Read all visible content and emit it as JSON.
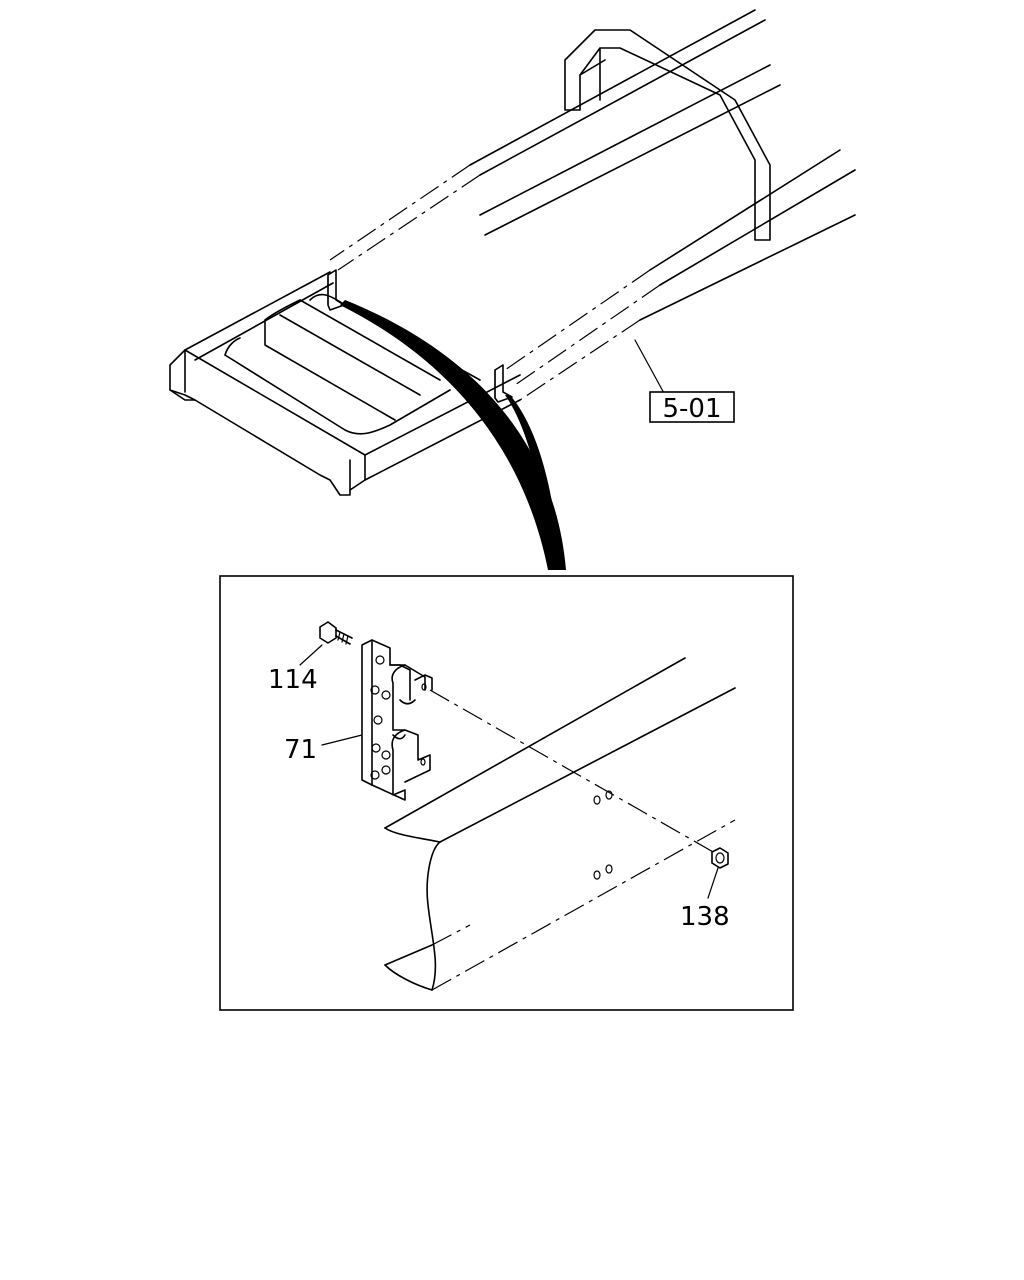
{
  "callouts": {
    "ref_box": "5-01",
    "bolt": "114",
    "bracket": "71",
    "nut": "138"
  },
  "colors": {
    "line": "#000000",
    "background": "#ffffff"
  }
}
